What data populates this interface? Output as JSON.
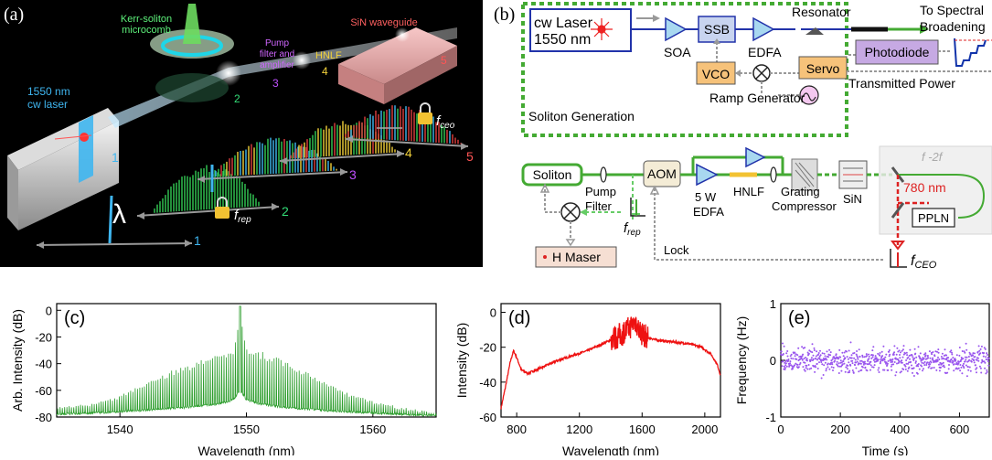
{
  "panel_a": {
    "label": "(a)",
    "labels": {
      "kerr": "Kerr-soliton",
      "microcomb": "microcomb",
      "sin": "SiN waveguide",
      "pump1": "Pump",
      "pump2": "filter and",
      "pump3": "amplifier",
      "hnlf": "HNLF",
      "laser1": "1550 nm",
      "laser2": "cw laser",
      "lambda": "λ",
      "frep": "f",
      "frep_sub": "rep",
      "fceo": "f",
      "fceo_sub": "ceo",
      "n1a": "1",
      "n1b": "1",
      "n2a": "2",
      "n2b": "2",
      "n3a": "3",
      "n3b": "3",
      "n4a": "4",
      "n4b": "4",
      "n5a": "5",
      "n5b": "5"
    },
    "colors": {
      "bg": "#000000",
      "green": "#33cc55",
      "cyan": "#3fb6f0",
      "yellow": "#f2d13a",
      "red": "#e04040",
      "purple": "#c050ff"
    }
  },
  "panel_b": {
    "label": "(b)",
    "boxes": {
      "cw_laser_1": "cw Laser",
      "cw_laser_2": "1550 nm",
      "ssb": "SSB",
      "vco": "VCO",
      "servo": "Servo",
      "photodiode": "Photodiode",
      "soliton": "Soliton",
      "aom": "AOM",
      "pplm": "PPLN",
      "h_maser": "H Maser"
    },
    "texts": {
      "soa": "SOA",
      "edfa": "EDFA",
      "resonator": "Resonator",
      "to_spectral_1": "To Spectral",
      "to_spectral_2": "Broadening",
      "soliton_generation": "Soliton Generation",
      "ramp_generator": "Ramp Generator",
      "transmitted_power": "Transmitted Power",
      "pump_filter_1": "Pump",
      "pump_filter_2": "Filter",
      "edfa5w_1": "5 W",
      "edfa5w_2": "EDFA",
      "hnlf": "HNLF",
      "grating_1": "Grating",
      "grating_2": "Compressor",
      "sin": "SiN",
      "f2f": "f -2f",
      "nm780": "780 nm",
      "frep": "f",
      "frep_sub": "rep",
      "lock": "Lock",
      "fceo": "f",
      "fceo_sub": "CEO"
    },
    "colors": {
      "green": "#44aa33",
      "blue": "#2233aa",
      "gray": "#999999",
      "red": "#dd2222",
      "amp": "#a8d8f0",
      "ssb": "#c8d4ef",
      "orange": "#f6c27a",
      "photodiode": "#c6a9e3",
      "aom": "#f4ecd6",
      "maser": "#f6dfd3"
    }
  },
  "chart_data": [
    {
      "id": "c",
      "type": "line",
      "label": "(c)",
      "xlabel": "Wavelength (nm)",
      "ylabel": "Arb. Intensity (dB)",
      "xlim": [
        1535,
        1565
      ],
      "ylim": [
        -80,
        5
      ],
      "xticks": [
        1540,
        1550,
        1560
      ],
      "yticks": [
        0,
        -20,
        -40,
        -60,
        -80
      ],
      "color": "#2e9e2e",
      "envelope": {
        "x": [
          1535,
          1538,
          1540,
          1542,
          1545,
          1548,
          1549,
          1549.5,
          1550,
          1551,
          1553,
          1556,
          1558,
          1560,
          1562,
          1565
        ],
        "top": [
          -73,
          -70,
          -64,
          -54,
          -42,
          -32,
          -28,
          3,
          -26,
          -30,
          -38,
          -52,
          -62,
          -68,
          -73,
          -77
        ],
        "floor": [
          -78,
          -77,
          -76,
          -75,
          -73,
          -70,
          -67,
          -60,
          -67,
          -70,
          -73,
          -75,
          -76,
          -77,
          -78,
          -79
        ]
      },
      "comb_spacing_nm": 0.18
    },
    {
      "id": "d",
      "type": "line",
      "label": "(d)",
      "xlabel": "Wavelength (nm)",
      "ylabel": "Intensity (dB)",
      "xlim": [
        700,
        2100
      ],
      "ylim": [
        -60,
        5
      ],
      "xticks": [
        800,
        1200,
        1600,
        2000
      ],
      "yticks": [
        0,
        -20,
        -40,
        -60
      ],
      "color": "#ee1111",
      "x": [
        700,
        730,
        760,
        780,
        800,
        830,
        870,
        950,
        1050,
        1150,
        1250,
        1350,
        1420,
        1480,
        1530,
        1560,
        1580,
        1620,
        1700,
        1800,
        1900,
        1980,
        2040,
        2080,
        2100
      ],
      "y": [
        -55,
        -42,
        -28,
        -22,
        -26,
        -33,
        -35,
        -32,
        -28,
        -25,
        -22,
        -18,
        -15,
        -12,
        -8,
        -5,
        -10,
        -14,
        -16,
        -17,
        -18,
        -20,
        -24,
        -30,
        -36
      ]
    },
    {
      "id": "e",
      "type": "scatter",
      "label": "(e)",
      "xlabel": "Time (s)",
      "ylabel": "Frequency (Hz)",
      "xlim": [
        0,
        700
      ],
      "ylim": [
        -1,
        1
      ],
      "xticks": [
        0,
        200,
        400,
        600
      ],
      "yticks": [
        1,
        0,
        -1
      ],
      "color": "#9955ee",
      "n_points": 700,
      "std_hz": 0.15
    }
  ]
}
